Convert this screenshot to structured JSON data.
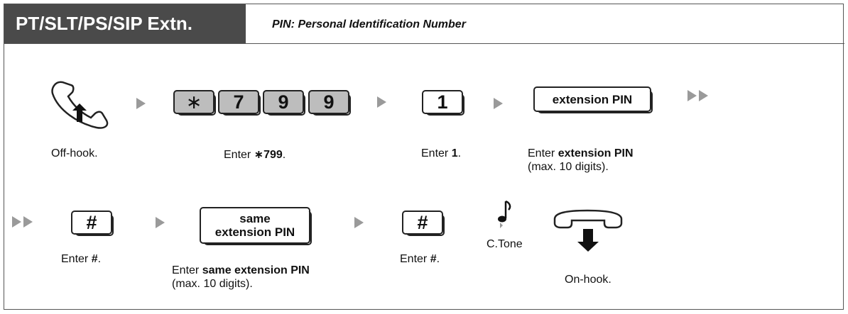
{
  "header": {
    "title": "PT/SLT/PS/SIP Extn.",
    "subtitle": "PIN: Personal Identification Number"
  },
  "row1": {
    "keys": {
      "star": "∗",
      "seven": "7",
      "nine_a": "9",
      "nine_b": "9",
      "one": "1",
      "extension_pin": "extension PIN"
    },
    "captions": {
      "offhook": "Off-hook.",
      "enter_star_799_prefix": "Enter ",
      "enter_star_799_bold": "∗799",
      "enter_star_799_suffix": ".",
      "enter_1_prefix": "Enter ",
      "enter_1_bold": "1",
      "enter_1_suffix": ".",
      "enter_pin_prefix": "Enter ",
      "enter_pin_bold": "extension PIN",
      "enter_pin_line2": "(max. 10 digits)."
    }
  },
  "row2": {
    "keys": {
      "hash_a": "#",
      "same_line1": "same",
      "same_line2": "extension PIN",
      "hash_b": "#"
    },
    "captions": {
      "enter_hash_a_prefix": "Enter ",
      "enter_hash_a_bold": "#",
      "enter_hash_a_suffix": ".",
      "enter_same_prefix": "Enter ",
      "enter_same_bold": "same extension PIN",
      "enter_same_line2": "(max. 10 digits).",
      "enter_hash_b_prefix": "Enter ",
      "enter_hash_b_bold": "#",
      "enter_hash_b_suffix": ".",
      "ctone": "C.Tone",
      "onhook": "On-hook."
    }
  },
  "colors": {
    "header_bg": "#4a4a4a",
    "key_gray": "#bdbdbd",
    "arrow": "#9a9a9a"
  },
  "icons": [
    "handset-offhook-icon",
    "handset-onhook-icon",
    "music-note-icon",
    "play-arrow-icon"
  ]
}
